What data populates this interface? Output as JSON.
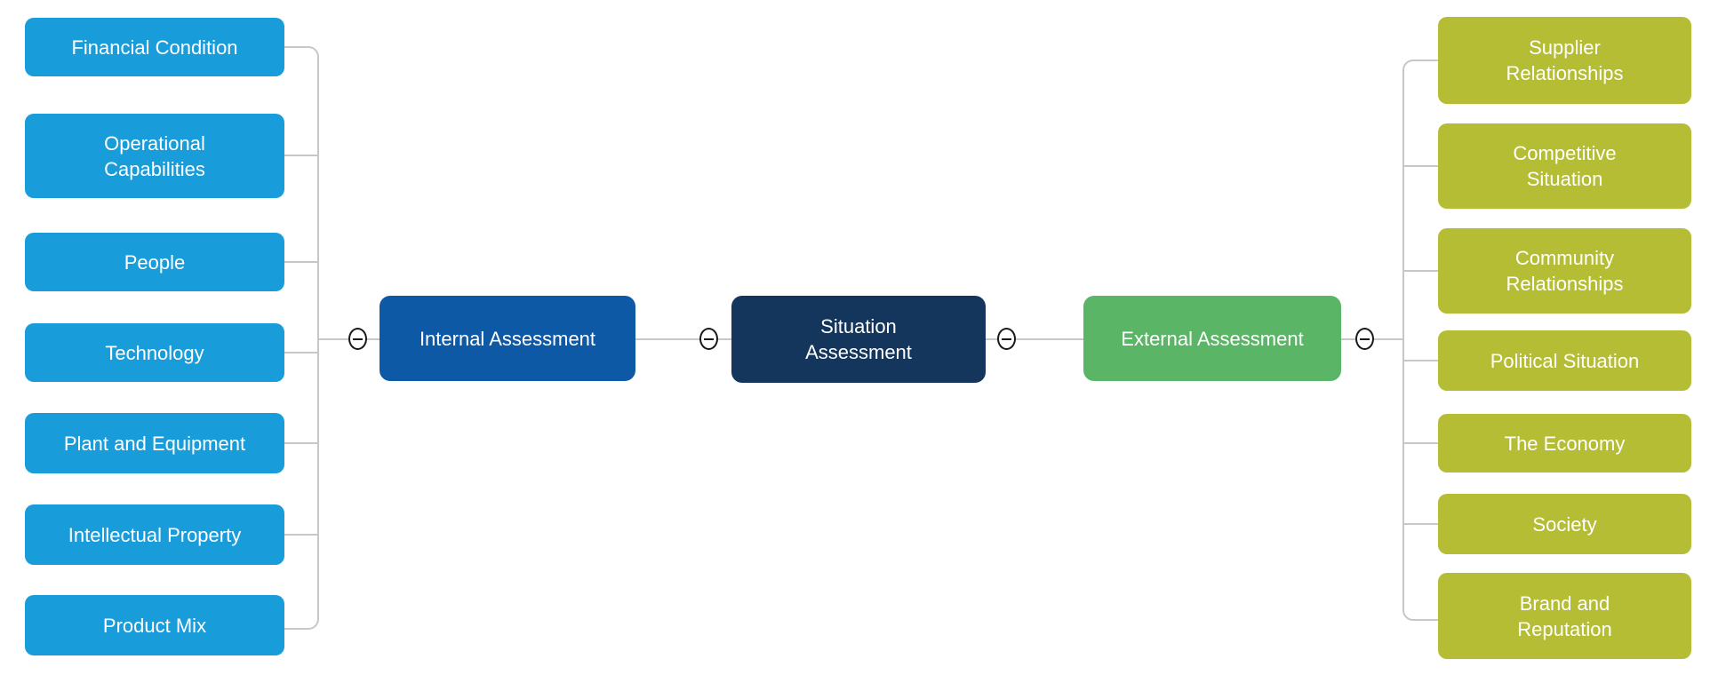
{
  "colors": {
    "canvas-bg": "#ffffff",
    "child-left": "#189cda",
    "internal": "#0e59a5",
    "root": "#14355c",
    "external": "#5bb566",
    "child-right": "#b5bd34",
    "connector": "#c7c7c7",
    "node-text": "#ffffff",
    "collapse-stroke": "#1a1a1a",
    "collapse-fill": "#ffffff"
  },
  "icons": {
    "collapse": "minus-in-ellipse"
  },
  "nodes": {
    "root": "Situation\nAssessment",
    "internal": "Internal Assessment",
    "external": "External Assessment",
    "left": [
      "Financial Condition",
      "Operational\nCapabilities",
      "People",
      "Technology",
      "Plant and Equipment",
      "Intellectual Property",
      "Product Mix"
    ],
    "right": [
      "Supplier\nRelationships",
      "Competitive\nSituation",
      "Community\nRelationships",
      "Political Situation",
      "The Economy",
      "Society",
      "Brand and\nReputation"
    ]
  }
}
